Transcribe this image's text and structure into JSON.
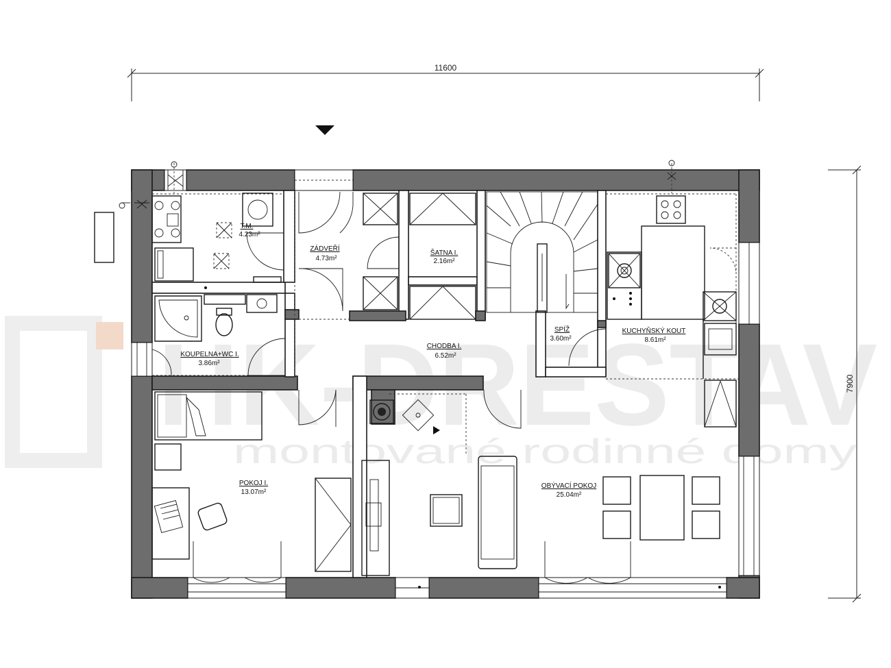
{
  "watermark": {
    "logo": "HK-DRESTAV",
    "tagline": "montované rodinné domy",
    "accent_color": "#f3d9c8"
  },
  "dimensions": {
    "width": "11600",
    "height": "7900"
  },
  "rooms": {
    "tm": {
      "name": "T.M.",
      "area": "4.23m²"
    },
    "zadveri": {
      "name": "ZÁDVEŘÍ",
      "area": "4.73m²"
    },
    "satna": {
      "name": "ŠATNA I.",
      "area": "2.16m²"
    },
    "koupelna": {
      "name": "KOUPELNA+WC I.",
      "area": "3.86m²"
    },
    "chodba": {
      "name": "CHODBA I.",
      "area": "6.52m²"
    },
    "spiz": {
      "name": "SPÍŽ",
      "area": "3.60m²"
    },
    "kuchyn": {
      "name": "KUCHYŇSKÝ KOUT",
      "area": "8.61m²"
    },
    "pokoj": {
      "name": "POKOJ I.",
      "area": "13.07m²"
    },
    "obyvaci": {
      "name": "OBÝVACÍ POKOJ",
      "area": "25.04m²"
    }
  },
  "colors": {
    "wall_fill": "#6d6d6d",
    "line": "#1a1a1a"
  }
}
